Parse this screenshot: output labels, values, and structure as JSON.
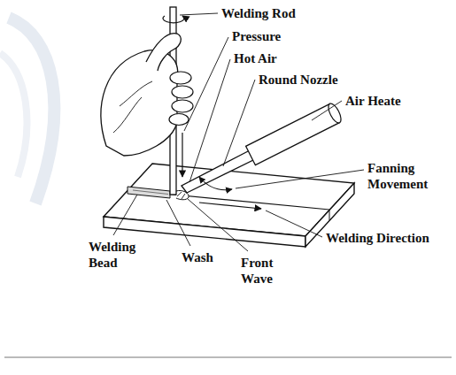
{
  "diagram": {
    "labels": [
      "Welding Rod",
      "Pressure",
      "Hot Air",
      "Round Nozzle",
      "Air Heate",
      "Fanning Movement",
      "Welding Direction",
      "Welding Bead",
      "Wash",
      "Front Wave"
    ]
  }
}
